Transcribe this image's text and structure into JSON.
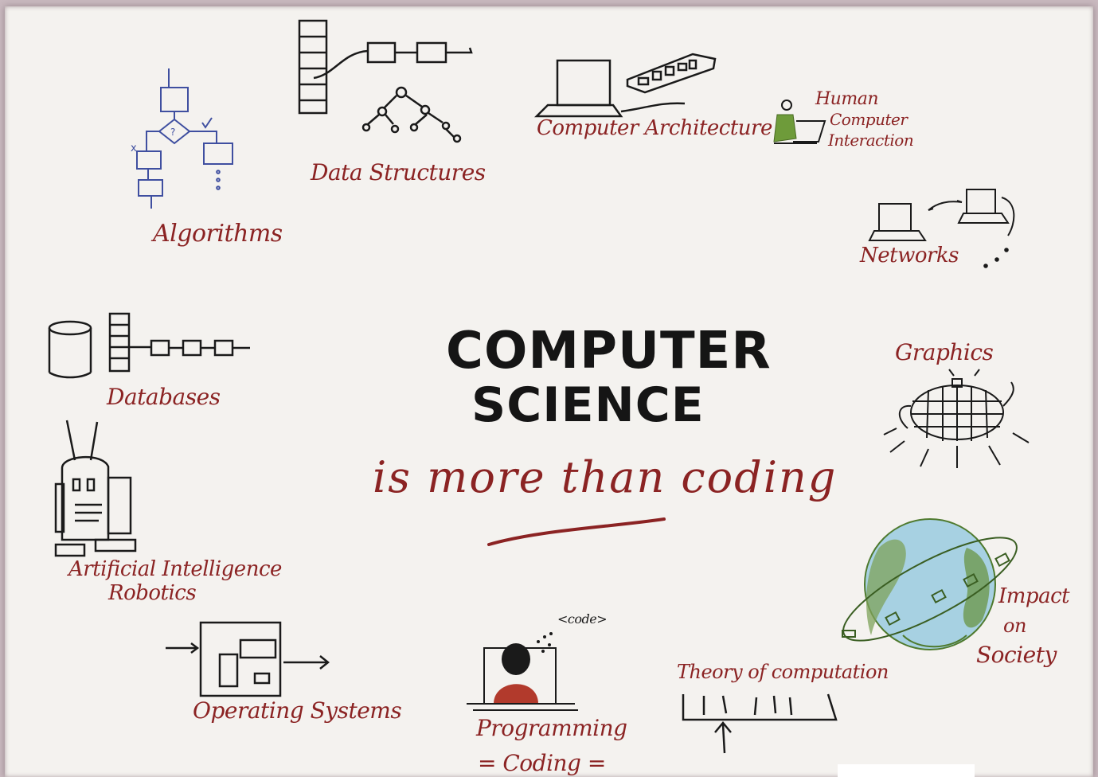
{
  "title": {
    "line1": "COMPUTER",
    "line2": "SCIENCE",
    "subtitle": "is more than coding"
  },
  "topics": {
    "algorithms": "Algorithms",
    "data_structures": "Data Structures",
    "computer_architecture": "Computer Architecture",
    "hci_line1": "Human",
    "hci_line2": "Computer",
    "hci_line3": "Interaction",
    "networks": "Networks",
    "databases": "Databases",
    "graphics": "Graphics",
    "ai_line1": "Artificial Intelligence",
    "ai_line2": "Robotics",
    "impact_line1": "Impact",
    "impact_line2": "on",
    "impact_line3": "Society",
    "operating_systems": "Operating Systems",
    "programming": "Programming",
    "coding": "= Coding =",
    "code_tag": "<code>",
    "theory": "Theory of computation"
  },
  "colors": {
    "label_red": "#8b2323",
    "ink": "#1a1a1a",
    "algo_blue": "#3f4fa0",
    "globe_green": "#4f7a2e",
    "globe_blue": "#8fc6dc"
  }
}
